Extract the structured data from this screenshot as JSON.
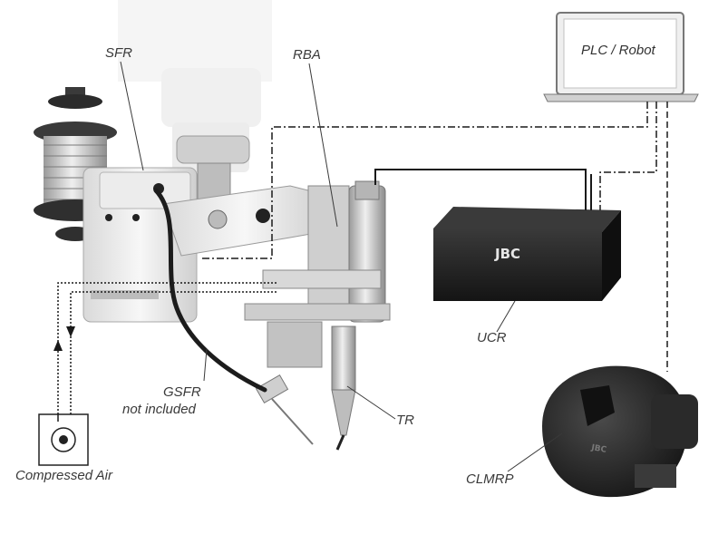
{
  "labels": {
    "sfr": "SFR",
    "rba": "RBA",
    "plc_robot": "PLC / Robot",
    "ucr": "UCR",
    "gsfr_line1": "GSFR",
    "gsfr_line2": "not included",
    "tr": "TR",
    "compressed_air": "Compressed Air",
    "clmrp": "CLMRP"
  },
  "logos": {
    "brand": "JBC"
  },
  "colors": {
    "line": "#1a1a1a",
    "label": "#3a3a3a",
    "box_dark": "#1c1c1c",
    "metal": "#c9c9c9"
  },
  "icons": [
    "laptop-icon",
    "compressed-air-icon",
    "control-unit-icon",
    "camera-icon",
    "wire-spool-icon",
    "soldering-head-icon"
  ]
}
